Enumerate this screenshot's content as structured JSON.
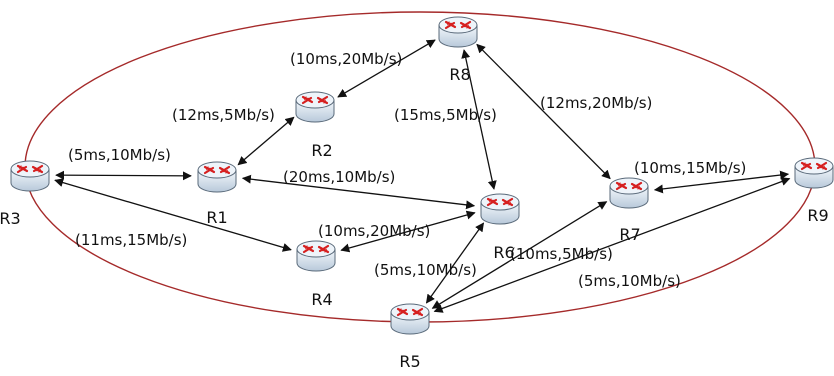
{
  "colors": {
    "ring": "#a52a2a",
    "link": "#111111",
    "router_body": "#dce7f2",
    "router_arrow": "#d62020"
  },
  "routers": [
    {
      "id": "R1",
      "label": "R1",
      "icon": "router-icon"
    },
    {
      "id": "R2",
      "label": "R2",
      "icon": "router-icon"
    },
    {
      "id": "R3",
      "label": "R3",
      "icon": "router-icon"
    },
    {
      "id": "R4",
      "label": "R4",
      "icon": "router-icon"
    },
    {
      "id": "R5",
      "label": "R5",
      "icon": "router-icon"
    },
    {
      "id": "R6",
      "label": "R6",
      "icon": "router-icon"
    },
    {
      "id": "R7",
      "label": "R7",
      "icon": "router-icon"
    },
    {
      "id": "R8",
      "label": "R8",
      "icon": "router-icon"
    },
    {
      "id": "R9",
      "label": "R9",
      "icon": "router-icon"
    }
  ],
  "links": [
    {
      "from": "R3",
      "to": "R1",
      "label": "(5ms,10Mb/s)"
    },
    {
      "from": "R3",
      "to": "R4",
      "label": "(11ms,15Mb/s)"
    },
    {
      "from": "R1",
      "to": "R2",
      "label": "(12ms,5Mb/s)"
    },
    {
      "from": "R2",
      "to": "R8",
      "label": "(10ms,20Mb/s)"
    },
    {
      "from": "R1",
      "to": "R6",
      "label": "(20ms,10Mb/s)"
    },
    {
      "from": "R8",
      "to": "R6",
      "label": "(15ms,5Mb/s)"
    },
    {
      "from": "R8",
      "to": "R7",
      "label": "(12ms,20Mb/s)"
    },
    {
      "from": "R4",
      "to": "R6",
      "label": "(10ms,20Mb/s)"
    },
    {
      "from": "R6",
      "to": "R5",
      "label": "(5ms,10Mb/s)"
    },
    {
      "from": "R7",
      "to": "R5",
      "label": "(10ms,5Mb/s)"
    },
    {
      "from": "R7",
      "to": "R9",
      "label": "(10ms,15Mb/s)"
    },
    {
      "from": "R9",
      "to": "R5",
      "label": "(5ms,10Mb/s)"
    }
  ]
}
